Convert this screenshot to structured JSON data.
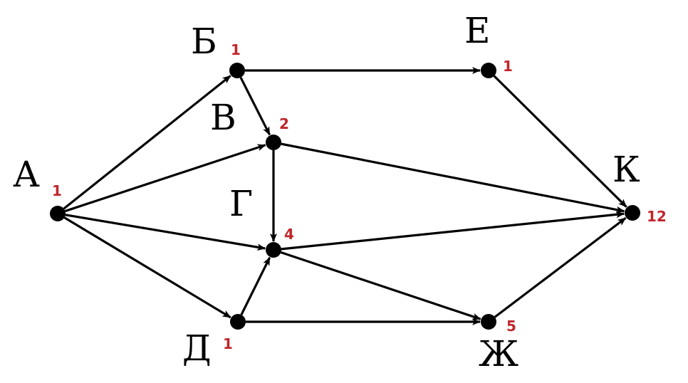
{
  "colors": {
    "line": "#000000",
    "node": "#000000",
    "count": "#c0262c"
  },
  "graph": {
    "nodes": [
      {
        "id": "A",
        "label": "А",
        "count": "1"
      },
      {
        "id": "B",
        "label": "Б",
        "count": "1"
      },
      {
        "id": "V",
        "label": "В",
        "count": "2"
      },
      {
        "id": "G",
        "label": "Г",
        "count": "4"
      },
      {
        "id": "D",
        "label": "Д",
        "count": "1"
      },
      {
        "id": "E",
        "label": "Е",
        "count": "1"
      },
      {
        "id": "ZH",
        "label": "Ж",
        "count": "5"
      },
      {
        "id": "K",
        "label": "К",
        "count": "12"
      }
    ],
    "edges": [
      {
        "from": "A",
        "to": "B"
      },
      {
        "from": "A",
        "to": "V"
      },
      {
        "from": "A",
        "to": "G"
      },
      {
        "from": "A",
        "to": "D"
      },
      {
        "from": "B",
        "to": "V"
      },
      {
        "from": "B",
        "to": "E"
      },
      {
        "from": "V",
        "to": "G"
      },
      {
        "from": "V",
        "to": "K"
      },
      {
        "from": "D",
        "to": "G"
      },
      {
        "from": "D",
        "to": "ZH"
      },
      {
        "from": "G",
        "to": "ZH"
      },
      {
        "from": "G",
        "to": "K"
      },
      {
        "from": "E",
        "to": "K"
      },
      {
        "from": "ZH",
        "to": "K"
      }
    ]
  }
}
